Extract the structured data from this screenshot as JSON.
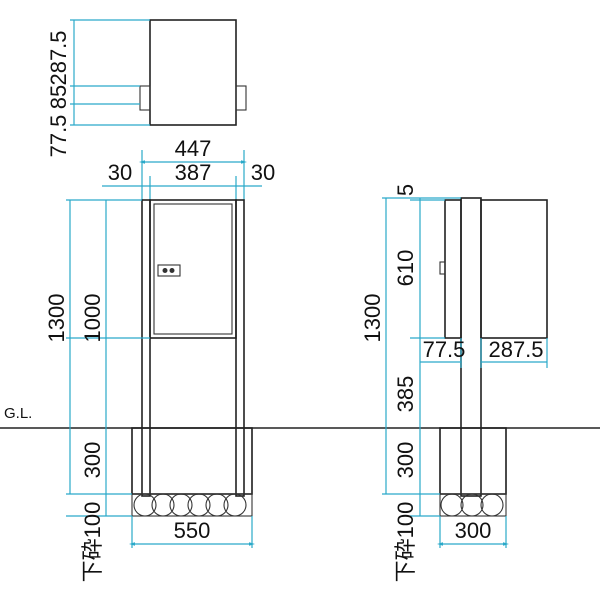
{
  "top_view": {
    "dims": [
      "287.5",
      "85",
      "77.5"
    ]
  },
  "front_view": {
    "width_total": "447",
    "post_left": "30",
    "body_width": "387",
    "post_right": "30",
    "height_total": "1300",
    "body_height": "1000",
    "foundation_depth": "300",
    "gravel": "下砕100",
    "foundation_width": "550"
  },
  "side_view": {
    "top_gap": "5",
    "body_height": "610",
    "height_total": "1300",
    "post_to_base": "385",
    "foundation_depth": "300",
    "gravel": "下砕100",
    "depth_front": "77.5",
    "depth_back": "287.5",
    "foundation_width": "300"
  },
  "ground_label": "G.L."
}
